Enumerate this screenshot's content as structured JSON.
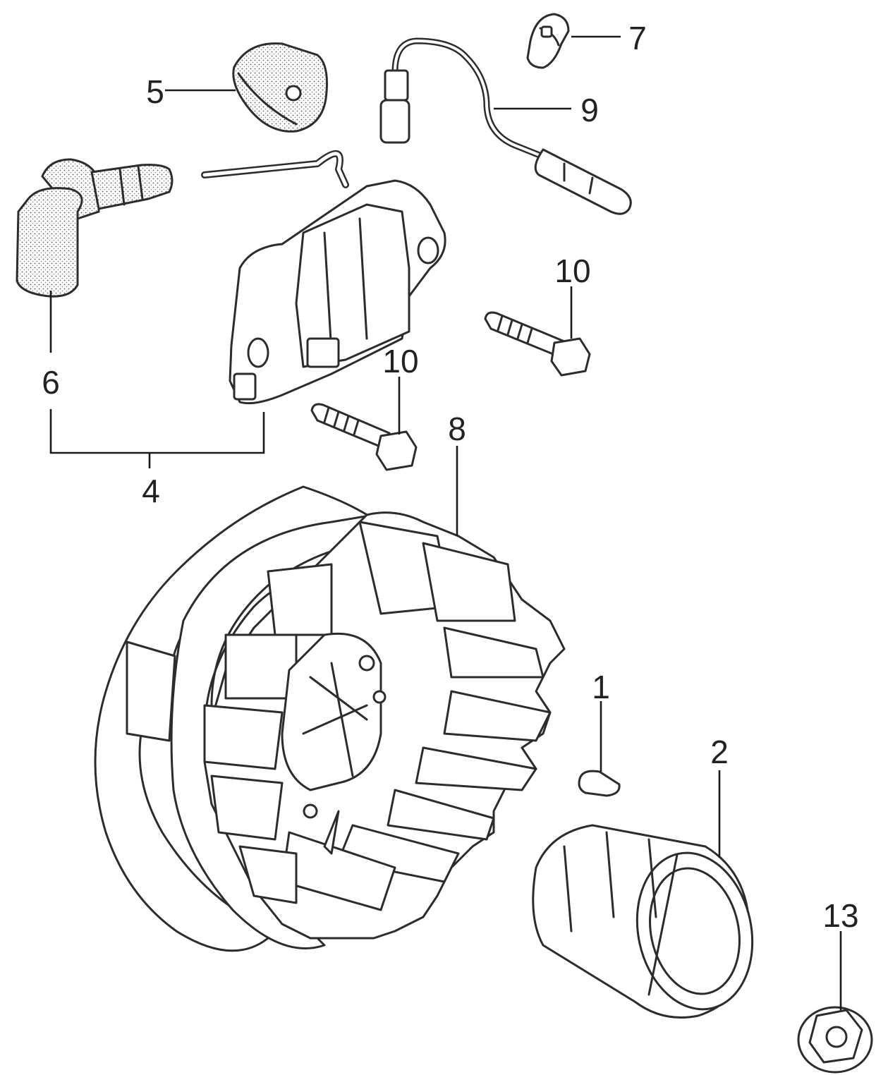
{
  "callouts": {
    "c1": "1",
    "c2": "2",
    "c4": "4",
    "c5": "5",
    "c6": "6",
    "c7": "7",
    "c8": "8",
    "c9": "9",
    "c10a": "10",
    "c10b": "10",
    "c13": "13"
  },
  "colors": {
    "line": "#2c2c2c",
    "background": "#ffffff"
  },
  "icons": [
    "ignition-coil-icon",
    "spark-plug-cap-icon",
    "coil-cover-icon",
    "wire-clamp-icon",
    "stop-wire-icon",
    "bolt-icon",
    "flywheel-icon",
    "woodruff-key-icon",
    "starter-pulley-icon",
    "flange-nut-icon"
  ]
}
